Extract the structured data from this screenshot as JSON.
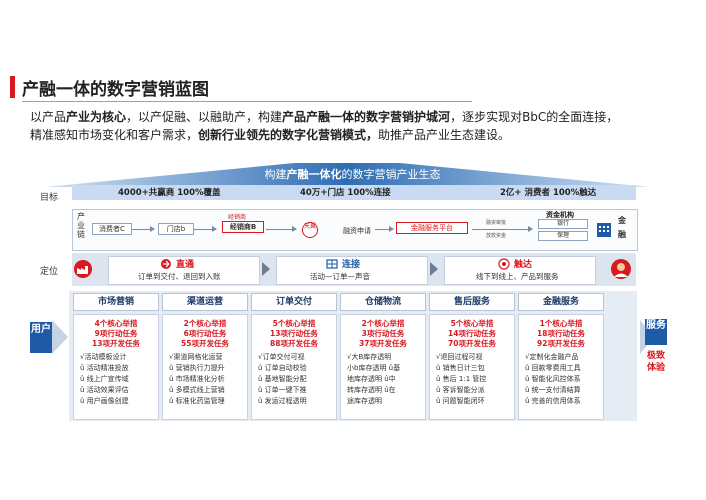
{
  "title": "产融一体的数字营销蓝图",
  "intro": {
    "line1_parts": [
      "以产品",
      "产业为核心",
      "，以产促融、以融助产，构建",
      "产品产融一体的数字营销护城河",
      "，逐步实现对BbC的全面连接，"
    ],
    "line2_parts": [
      "精准感知市场变化和客户需求，",
      "创新行业领先的数字化营销模式，",
      "助推产品产业生态建设。"
    ]
  },
  "ecosystem": {
    "prefix": "构建",
    "highlight": "产融一体化",
    "suffix": "的数字营销产业生态"
  },
  "goal": {
    "label": "目标",
    "items": [
      "4000+共赢商 100%覆盖",
      "40万+门店 100%连接",
      "2亿+ 消费者 100%触达"
    ]
  },
  "chain": {
    "label": "产业链",
    "consumer": "消费者C",
    "store": "门店b",
    "channel": "经销商B",
    "channel_tag": "经销商",
    "chain_right": "天翼",
    "financing": "融资申请",
    "platform": "金融服务平台",
    "platform_note_top": "融资审批",
    "platform_note_bottom": "放款资金",
    "finance_title": "资金机构",
    "bank": "银行",
    "fund": "保理",
    "finance_label": "金融"
  },
  "position": {
    "label": "定位",
    "items": [
      {
        "title": "直通",
        "desc": "订单到交付、退回到入账",
        "color": "#d71920"
      },
      {
        "title": "连接",
        "desc": "活动—订单—声音",
        "color": "#1f5aa6"
      },
      {
        "title": "触达",
        "desc": "线下到线上、产品到服务",
        "color": "#d71920"
      }
    ]
  },
  "user_label": "用户",
  "service_label": "服务",
  "service_sub": "极致体验",
  "columns": [
    {
      "head": "市场营销",
      "stats": [
        "4个核心举措",
        "9项行动任务",
        "13项开发任务"
      ],
      "items": [
        "√活动模板设计",
        "û 活动精准投放",
        "û 线上广宣传域",
        "û 活动效果评估",
        "û 用户画像创建"
      ]
    },
    {
      "head": "渠道运营",
      "stats": [
        "2个核心举措",
        "6项行动任务",
        "55项开发任务"
      ],
      "items": [
        "√渠道网格化运营",
        "û 营销执行力提升",
        "û 市场精准化分析",
        "û 多模式线上营销",
        "û 标准化药监管理"
      ]
    },
    {
      "head": "订单交付",
      "stats": [
        "5个核心举措",
        "13项行动任务",
        "88项开发任务"
      ],
      "items": [
        "√订单交付可视",
        "û 订单自动校验",
        "û 基地智能分配",
        "û 订单一键下推",
        "û 发运过程透明"
      ]
    },
    {
      "head": "仓储物流",
      "stats": [
        "2个核心举措",
        "3项行动任务",
        "37项开发任务"
      ],
      "items": [
        "√大B库存透明",
        "小b库存透明 û基",
        "地库存透明 û中",
        "转库存透明 û在",
        "途库存透明"
      ]
    },
    {
      "head": "售后服务",
      "stats": [
        "5个核心举措",
        "14项行动任务",
        "70项开发任务"
      ],
      "items": [
        "√退回过程可视",
        "û 销售日计三包",
        "û 售后 1:1 管控",
        "û 客诉智能分派",
        "û 问题智能闭环"
      ]
    },
    {
      "head": "金融服务",
      "stats": [
        "1个核心举措",
        "18项行动任务",
        "92项开发任务"
      ],
      "items": [
        "√定制化金融产品",
        "û 回款零费用工具",
        "û 智能化风控体系",
        "û 统一支付清结算",
        "û 完善的信用体系"
      ]
    }
  ],
  "colors": {
    "accent_red": "#d71920",
    "accent_blue": "#1f5aa6",
    "banner_blue": "#2e6db4"
  }
}
